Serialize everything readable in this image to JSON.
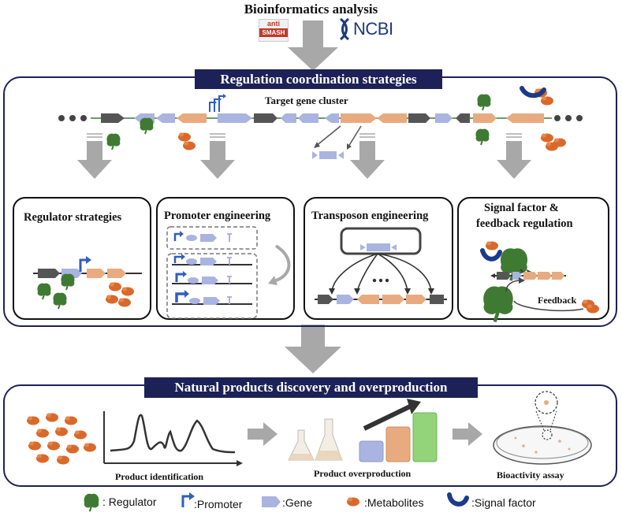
{
  "top": {
    "title": "Bioinformatics analysis",
    "logo_antismash_top": "anti",
    "logo_antismash_bottom": "SMASH",
    "logo_ncbi": "NCBI"
  },
  "regulation": {
    "banner": "Regulation coordination strategies",
    "cluster_label": "Target gene cluster",
    "panels": [
      {
        "title": "Regulator strategies"
      },
      {
        "title": "Promoter  engineering"
      },
      {
        "title": "Transposon engineering"
      },
      {
        "title_line1": "Signal factor &",
        "title_line2": "feedback regulation",
        "feedback": "Feedback"
      }
    ]
  },
  "products": {
    "banner": "Natural products discovery and overproduction",
    "identification": "Product identification",
    "overproduction": "Product overproduction",
    "bioactivity": "Bioactivity assay"
  },
  "legend": {
    "regulator": ": Regulator",
    "promoter": ":Promoter",
    "gene": ":Gene",
    "metabolites": ":Metabolites",
    "signal": ":Signal factor"
  },
  "colors": {
    "navy": "#1c2157",
    "gene_blue": "#aab4e0",
    "gene_orange": "#e8ab7f",
    "gene_gray": "#555555",
    "regulator_green": "#3f7a33",
    "metabolite_orange": "#d9692a",
    "arrow_gray": "#a8a8a8"
  }
}
